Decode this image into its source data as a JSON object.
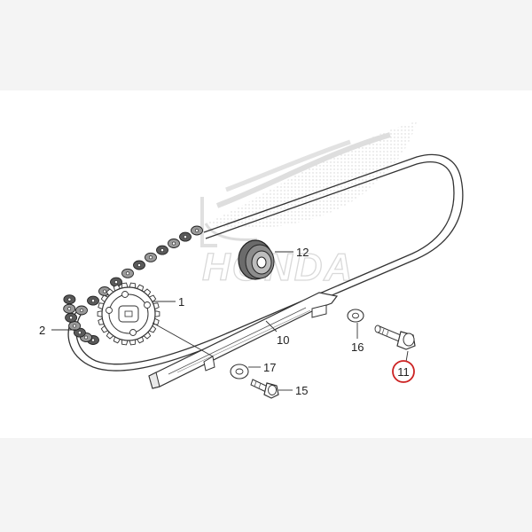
{
  "watermark": {
    "brand_text": "HONDA"
  },
  "callouts": {
    "p1": "1",
    "p2": "2",
    "p10": "10",
    "p11": "11",
    "p12": "12",
    "p15": "15",
    "p16": "16",
    "p17": "17"
  },
  "highlight": {
    "part": "11",
    "color": "#cc2222"
  }
}
